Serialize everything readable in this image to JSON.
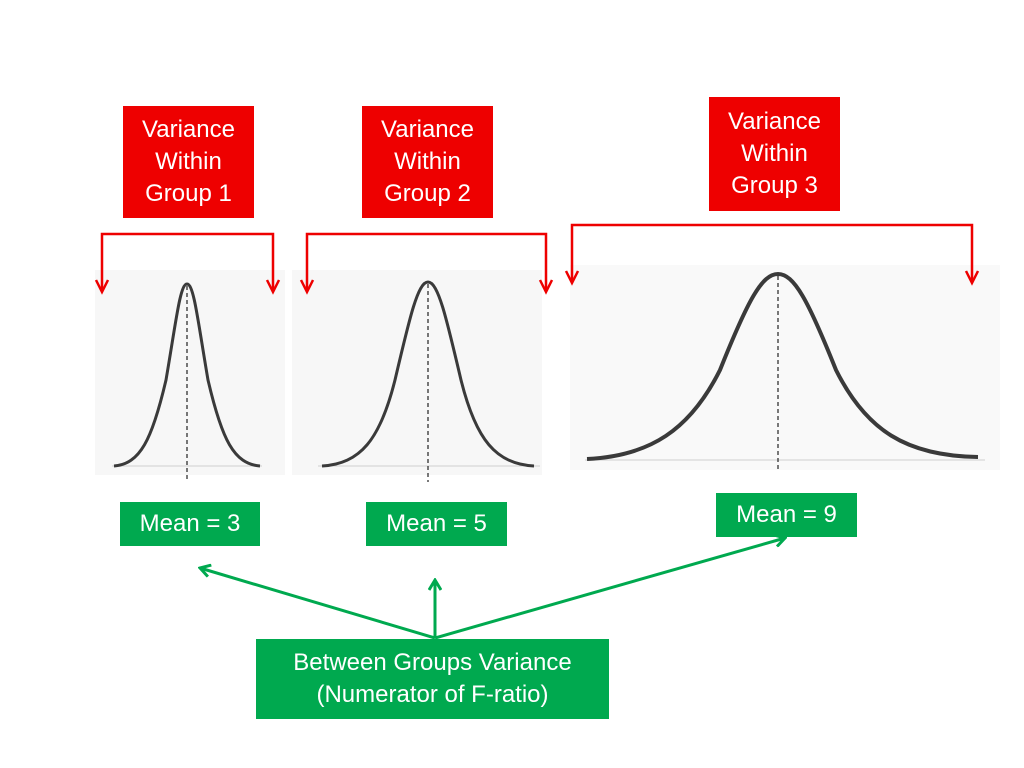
{
  "colors": {
    "red": "#ee0000",
    "green": "#00a94f",
    "curve": "#3a3a3a"
  },
  "groups": [
    {
      "label_lines": [
        "Variance",
        "Within",
        "Group 1"
      ],
      "mean_label": "Mean = 3"
    },
    {
      "label_lines": [
        "Variance",
        "Within",
        "Group 2"
      ],
      "mean_label": "Mean = 5"
    },
    {
      "label_lines": [
        "Variance",
        "Within",
        "Group 3"
      ],
      "mean_label": "Mean = 9"
    }
  ],
  "between": {
    "line1": "Between Groups Variance",
    "line2": "(Numerator of F-ratio)"
  }
}
